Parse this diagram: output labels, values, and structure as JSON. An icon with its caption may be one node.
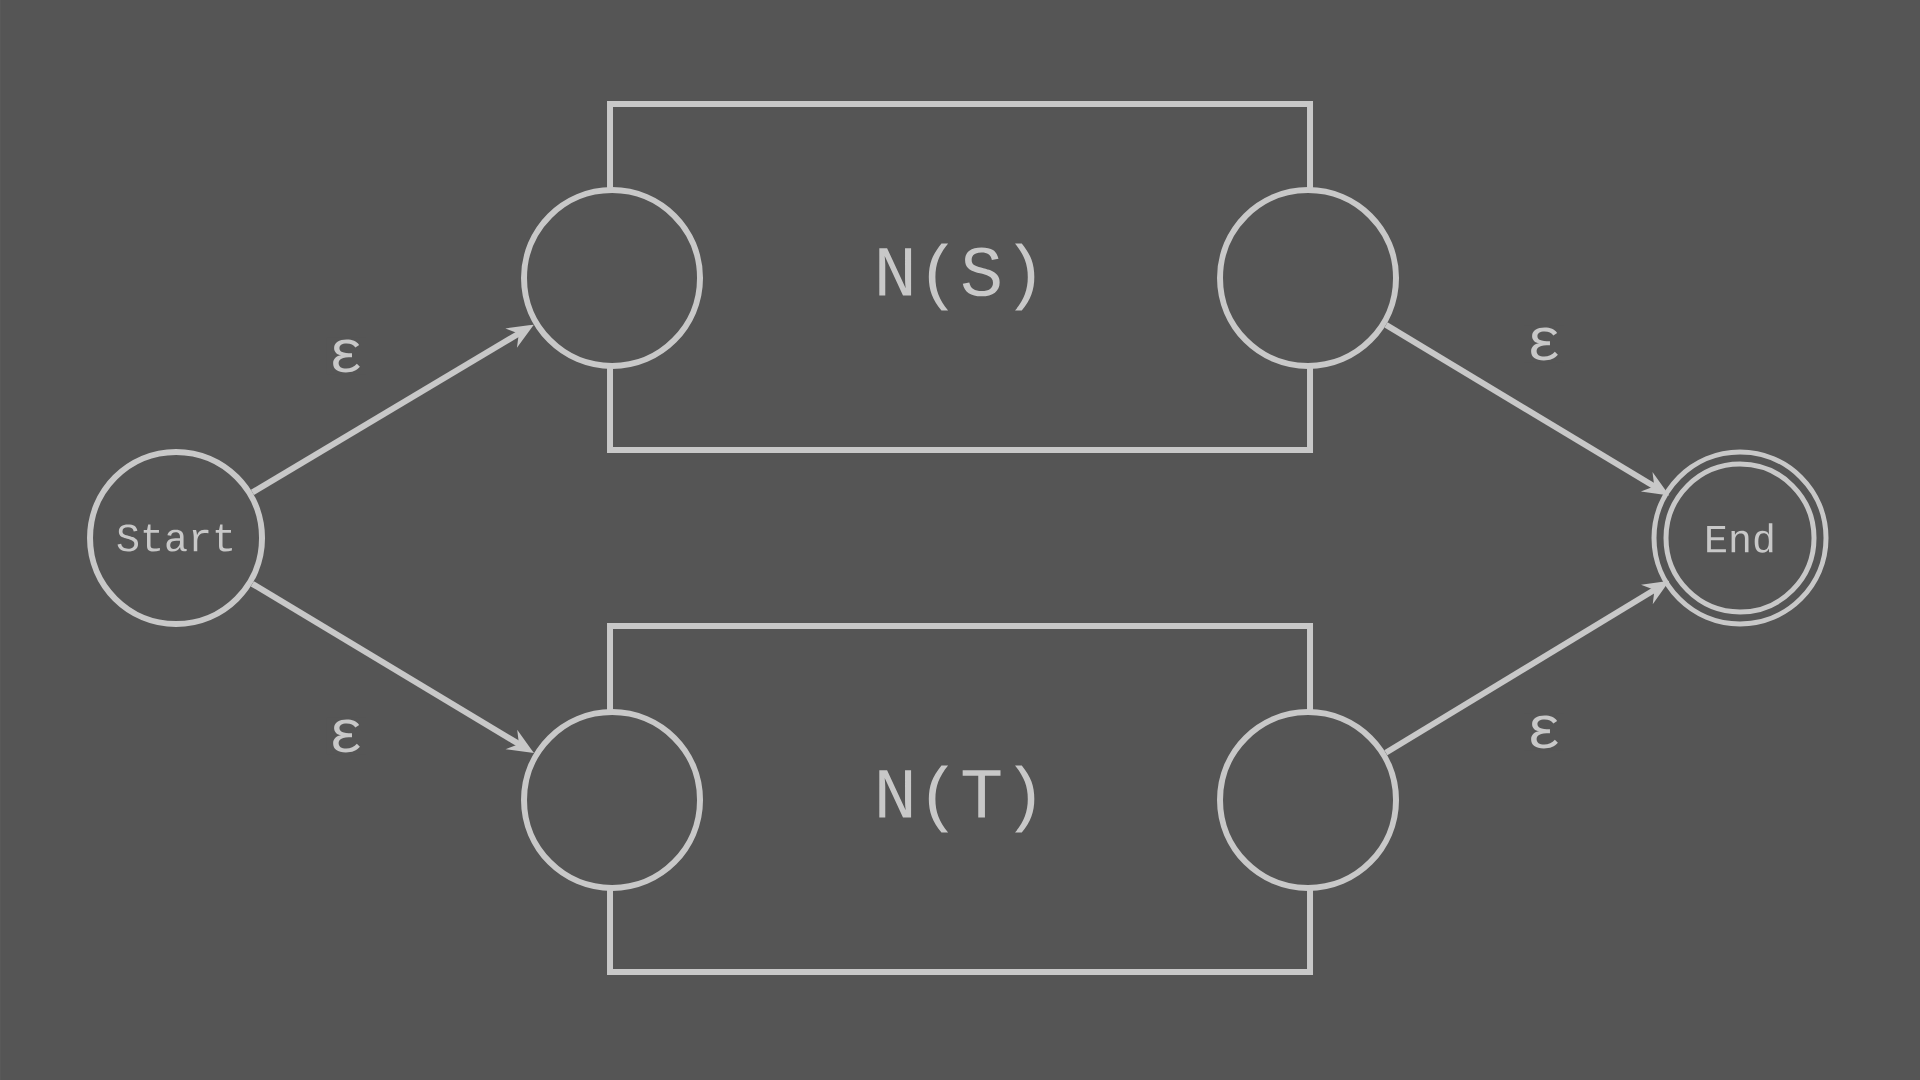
{
  "diagram": {
    "nodes": [
      {
        "text": [
          "Start"
        ]
      },
      {
        "text": [
          "N(S)"
        ]
      },
      {
        "text": [],
        "shape": "circle"
      },
      {
        "text": [],
        "shape": "circle"
      },
      {
        "text": [
          "N(T)"
        ]
      },
      {
        "text": [],
        "shape": "circle"
      },
      {
        "text": [],
        "shape": "circle"
      },
      {
        "text": [
          "End"
        ]
      }
    ],
    "edges": [
      {
        "from": 0,
        "to": 2,
        "arrow": "to",
        "label": "ε"
      },
      {
        "from": 0,
        "to": 5,
        "arrow": "to",
        "label": "ε"
      },
      {
        "from": 3,
        "to": 7,
        "arrow": "to",
        "label": "ε"
      },
      {
        "from": 6,
        "to": 7,
        "arrow": "to",
        "label": "ε"
      }
    ]
  }
}
